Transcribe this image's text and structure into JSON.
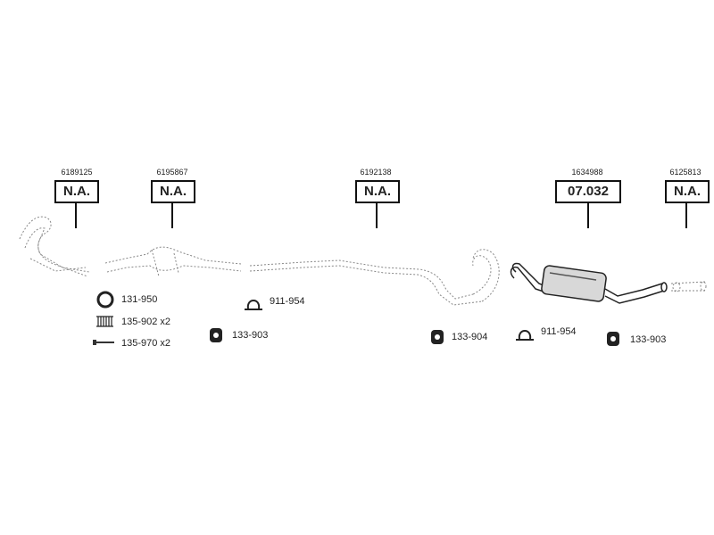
{
  "callouts": [
    {
      "part_no": "6189125",
      "code": "N.A."
    },
    {
      "part_no": "6195867",
      "code": "N.A."
    },
    {
      "part_no": "6192138",
      "code": "N.A."
    },
    {
      "part_no": "1634988",
      "code": "07.032"
    },
    {
      "part_no": "6125813",
      "code": "N.A."
    }
  ],
  "accessories": [
    {
      "code": "131-950",
      "icon": "gasket-ring-icon"
    },
    {
      "code": "135-902 x2",
      "icon": "spring-icon"
    },
    {
      "code": "135-970 x2",
      "icon": "bolt-icon"
    },
    {
      "code": "911-954",
      "icon": "clamp-icon"
    },
    {
      "code": "133-903",
      "icon": "rubber-mount-icon"
    },
    {
      "code": "133-904",
      "icon": "rubber-mount-icon"
    },
    {
      "code": "911-954",
      "icon": "clamp-icon"
    },
    {
      "code": "133-903",
      "icon": "rubber-mount-icon"
    }
  ]
}
